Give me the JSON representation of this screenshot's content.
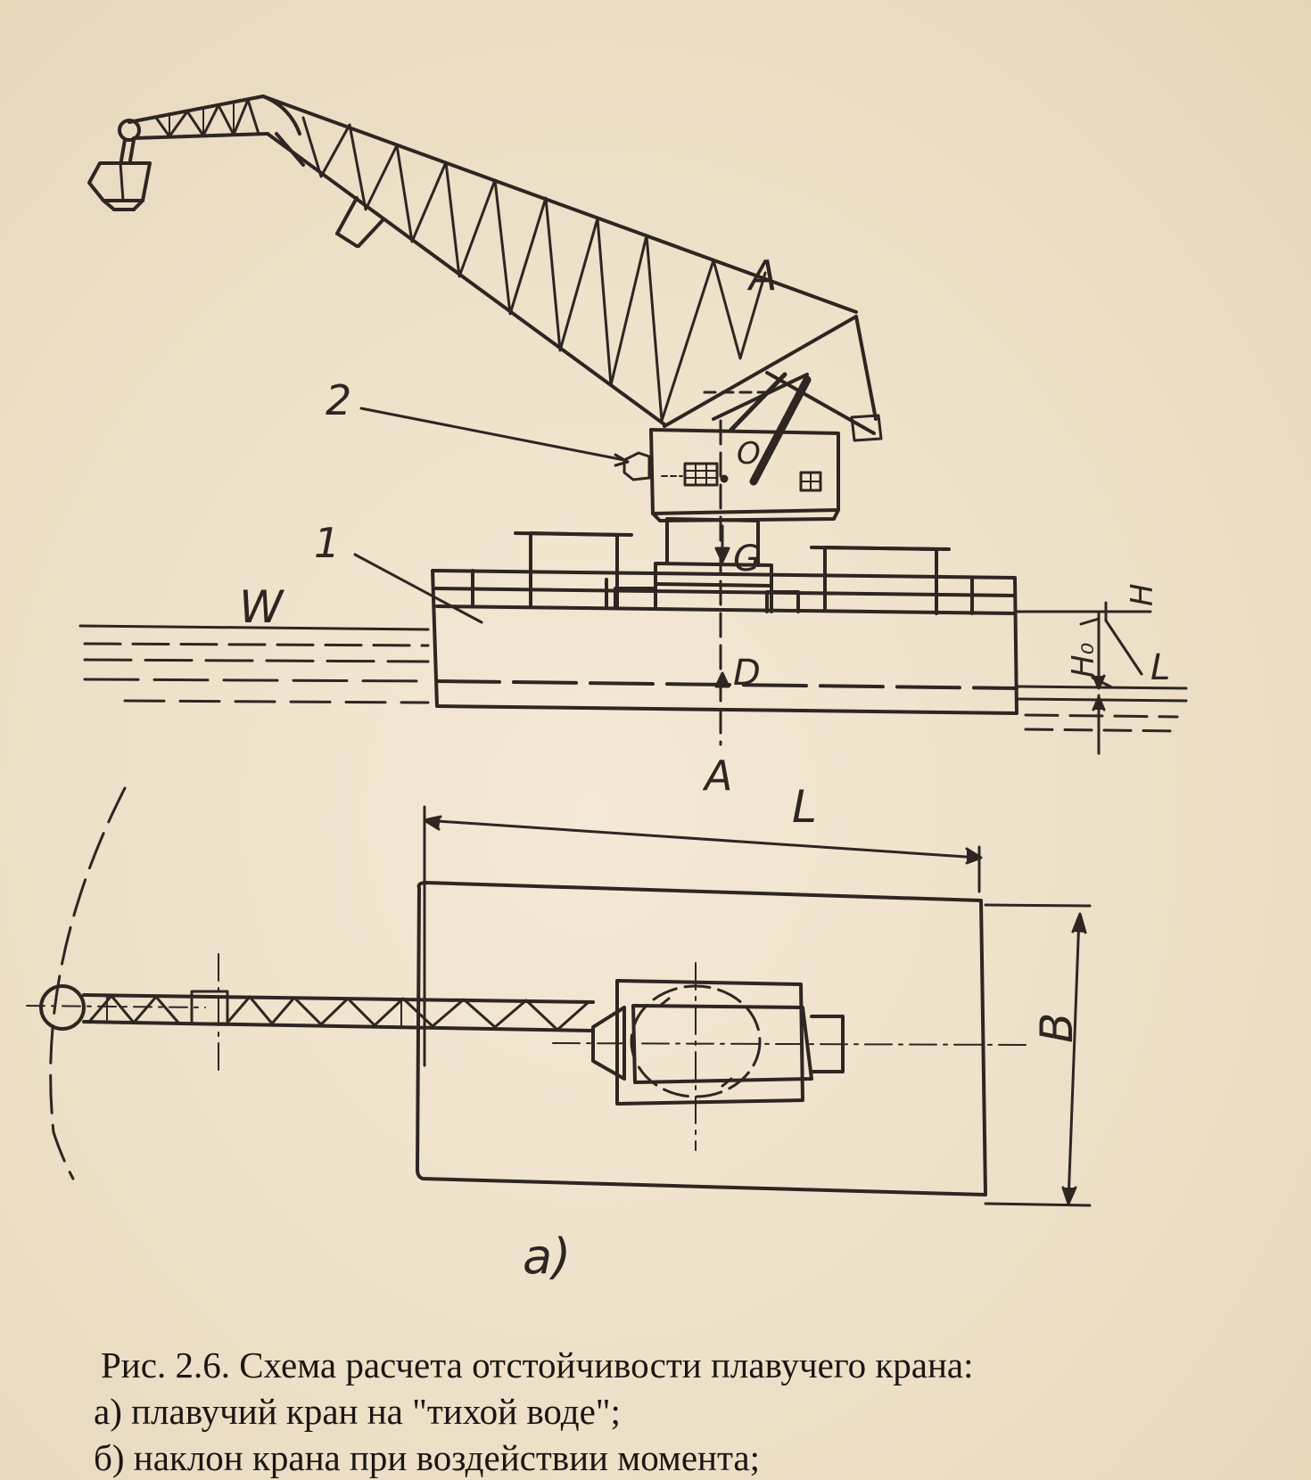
{
  "figure": {
    "labels": {
      "section_top": "A",
      "section_bottom": "A",
      "item_1": "1",
      "item_2": "2",
      "wind": "W",
      "pivot": "O",
      "weight": "G",
      "buoyancy": "D",
      "freeboard": "H",
      "draft": "H₀",
      "length_side": "L",
      "length": "L",
      "breadth": "B",
      "subfigure": "а)"
    }
  },
  "caption": {
    "title": "Рис. 2.6. Схема расчета отстойчивости плавучего крана:",
    "item_a": "а) плавучий кран на \"тихой воде\";",
    "item_b": "б) наклон крана при воздействии момента;"
  },
  "colors": {
    "paper": "#efe3cc",
    "ink": "#2d2622"
  }
}
